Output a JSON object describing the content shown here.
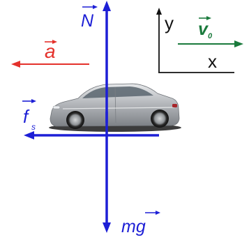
{
  "diagram": {
    "colors": {
      "force": "#1d1fd6",
      "acceleration": "#e4312b",
      "velocity": "#1a7a3c",
      "axes": "#111111",
      "car_body": "#b9bcc0"
    },
    "labels": {
      "normal": "N",
      "weight": "mg",
      "acceleration": "a",
      "friction": "f",
      "friction_sub": "s",
      "velocity": "v",
      "velocity_sub": "0",
      "axis_y": "y",
      "axis_x": "x"
    },
    "icons": [
      "car-icon"
    ]
  }
}
